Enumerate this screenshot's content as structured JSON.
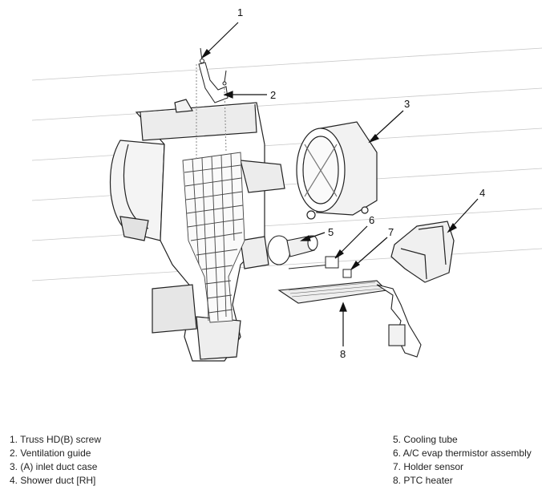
{
  "callouts": [
    "1",
    "2",
    "3",
    "4",
    "5",
    "6",
    "7",
    "8"
  ],
  "legend": [
    "1. Truss HD(B) screw",
    "2. Ventilation guide",
    "3. (A) inlet duct case",
    "4. Shower duct [RH]",
    "5. Cooling tube",
    "6. A/C evap thermistor assembly",
    "7. Holder sensor",
    "8. PTC heater"
  ],
  "colors": {
    "line": "#222222",
    "hatch": "#9a9a9a",
    "shade": "#d9d9d9",
    "background": "#ffffff"
  }
}
